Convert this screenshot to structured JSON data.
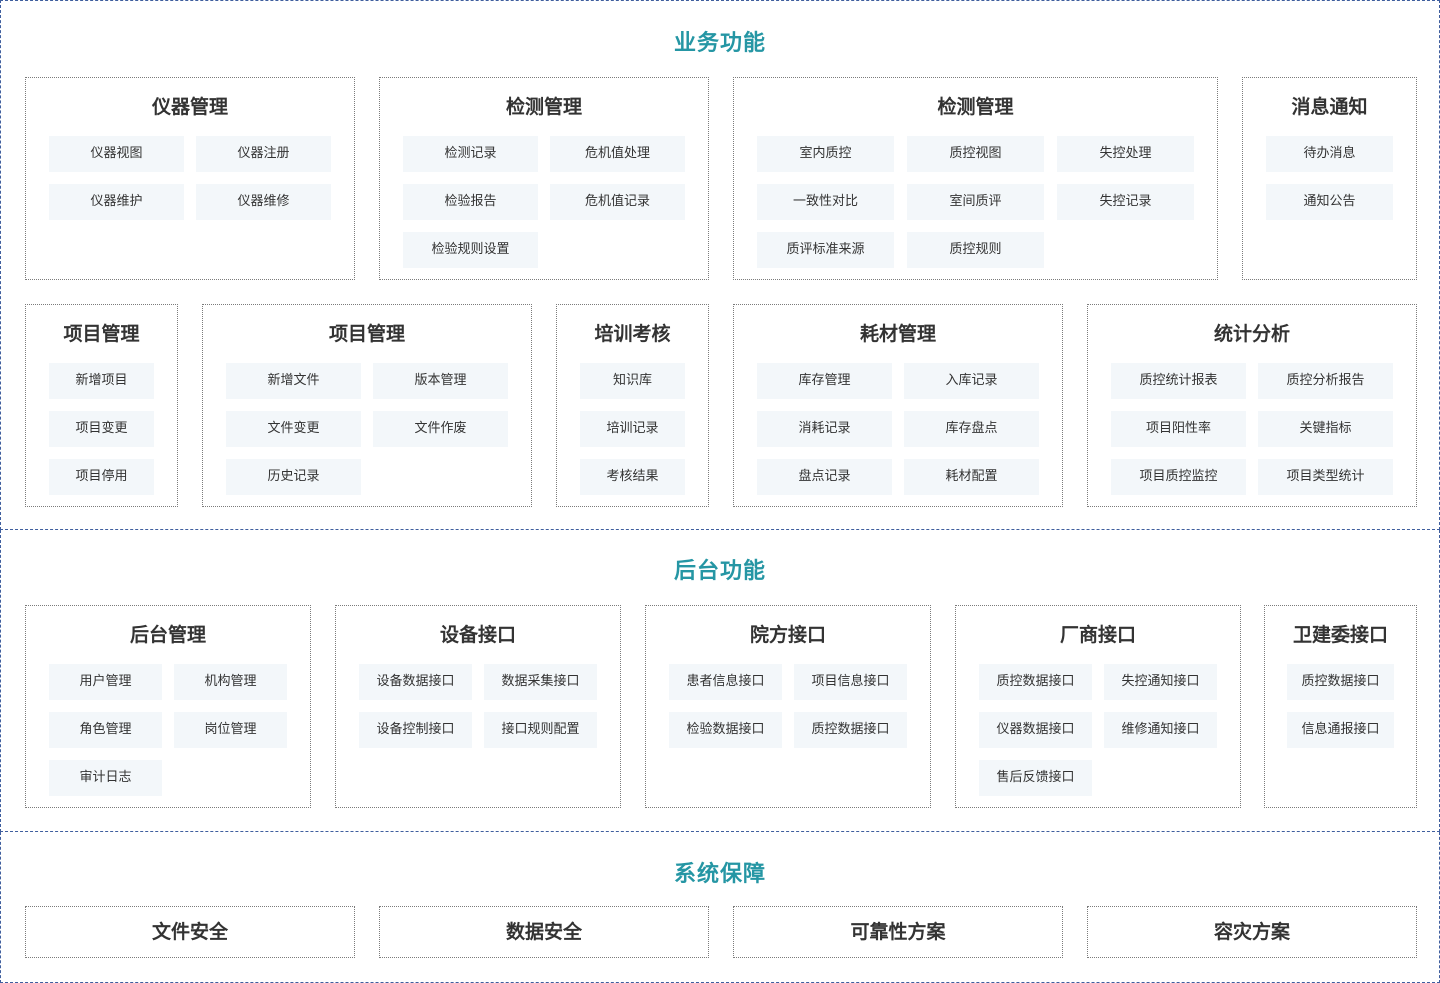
{
  "sections": {
    "business": {
      "title": "业务功能",
      "modules": [
        {
          "title": "仪器管理",
          "items": [
            "仪器视图",
            "仪器注册",
            "仪器维护",
            "仪器维修"
          ]
        },
        {
          "title": "检测管理",
          "items": [
            "检测记录",
            "危机值处理",
            "检验报告",
            "危机值记录",
            "检验规则设置"
          ]
        },
        {
          "title": "检测管理",
          "items": [
            "室内质控",
            "质控视图",
            "失控处理",
            "一致性对比",
            "室间质评",
            "失控记录",
            "质评标准来源",
            "质控规则"
          ]
        },
        {
          "title": "消息通知",
          "items": [
            "待办消息",
            "通知公告"
          ]
        },
        {
          "title": "项目管理",
          "items": [
            "新增项目",
            "项目变更",
            "项目停用"
          ]
        },
        {
          "title": "项目管理",
          "items": [
            "新增文件",
            "版本管理",
            "文件变更",
            "文件作废",
            "历史记录"
          ]
        },
        {
          "title": "培训考核",
          "items": [
            "知识库",
            "培训记录",
            "考核结果"
          ]
        },
        {
          "title": "耗材管理",
          "items": [
            "库存管理",
            "入库记录",
            "消耗记录",
            "库存盘点",
            "盘点记录",
            "耗材配置"
          ]
        },
        {
          "title": "统计分析",
          "items": [
            "质控统计报表",
            "质控分析报告",
            "项目阳性率",
            "关键指标",
            "项目质控监控",
            "项目类型统计"
          ]
        }
      ]
    },
    "backend": {
      "title": "后台功能",
      "modules": [
        {
          "title": "后台管理",
          "items": [
            "用户管理",
            "机构管理",
            "角色管理",
            "岗位管理",
            "审计日志"
          ]
        },
        {
          "title": "设备接口",
          "items": [
            "设备数据接口",
            "数据采集接口",
            "设备控制接口",
            "接口规则配置"
          ]
        },
        {
          "title": "院方接口",
          "items": [
            "患者信息接口",
            "项目信息接口",
            "检验数据接口",
            "质控数据接口"
          ]
        },
        {
          "title": "厂商接口",
          "items": [
            "质控数据接口",
            "失控通知接口",
            "仪器数据接口",
            "维修通知接口",
            "售后反馈接口"
          ]
        },
        {
          "title": "卫建委接口",
          "items": [
            "质控数据接口",
            "信息通报接口"
          ]
        }
      ]
    },
    "system": {
      "title": "系统保障",
      "items": [
        "文件安全",
        "数据安全",
        "可靠性方案",
        "容灾方案"
      ]
    }
  },
  "colors": {
    "accent": "#2596a4",
    "border": "#3f5e9e",
    "chip_bg": "#f3f7fa",
    "text": "#333333"
  }
}
